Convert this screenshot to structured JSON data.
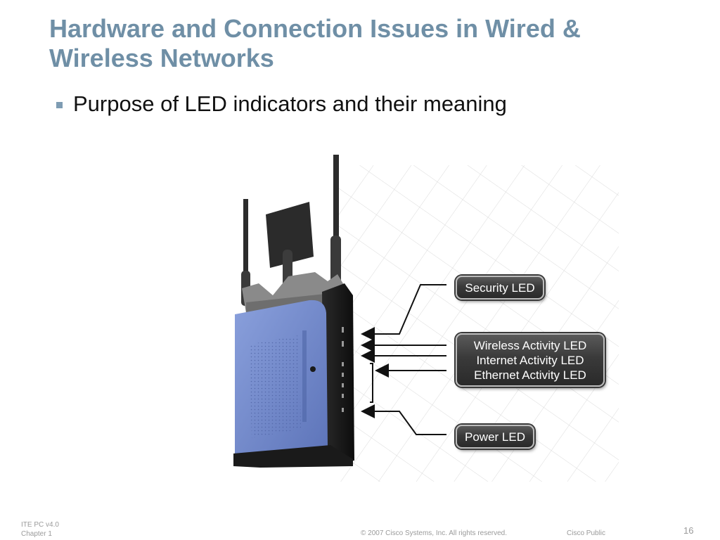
{
  "slide": {
    "title_line1": "Hardware and Connection Issues in Wired &",
    "title_line2": "Wireless Networks",
    "bullet": "Purpose of LED indicators and their meaning"
  },
  "figure": {
    "callouts": {
      "security": "Security LED",
      "wireless": "Wireless Activity LED",
      "internet": "Internet Activity LED",
      "ethernet": "Ethernet Activity LED",
      "power": "Power LED"
    },
    "colors": {
      "router_blue": "#6f86c9",
      "router_black": "#1a1a1a",
      "callout_bg": "#3a3a3a"
    }
  },
  "footer": {
    "course": "ITE PC v4.0",
    "chapter": "Chapter 1",
    "copyright": "© 2007 Cisco Systems, Inc. All rights reserved.",
    "classification": "Cisco Public",
    "page": "16"
  },
  "colors": {
    "title": "#6f8fa6",
    "bullet_marker": "#7e9cb3"
  }
}
